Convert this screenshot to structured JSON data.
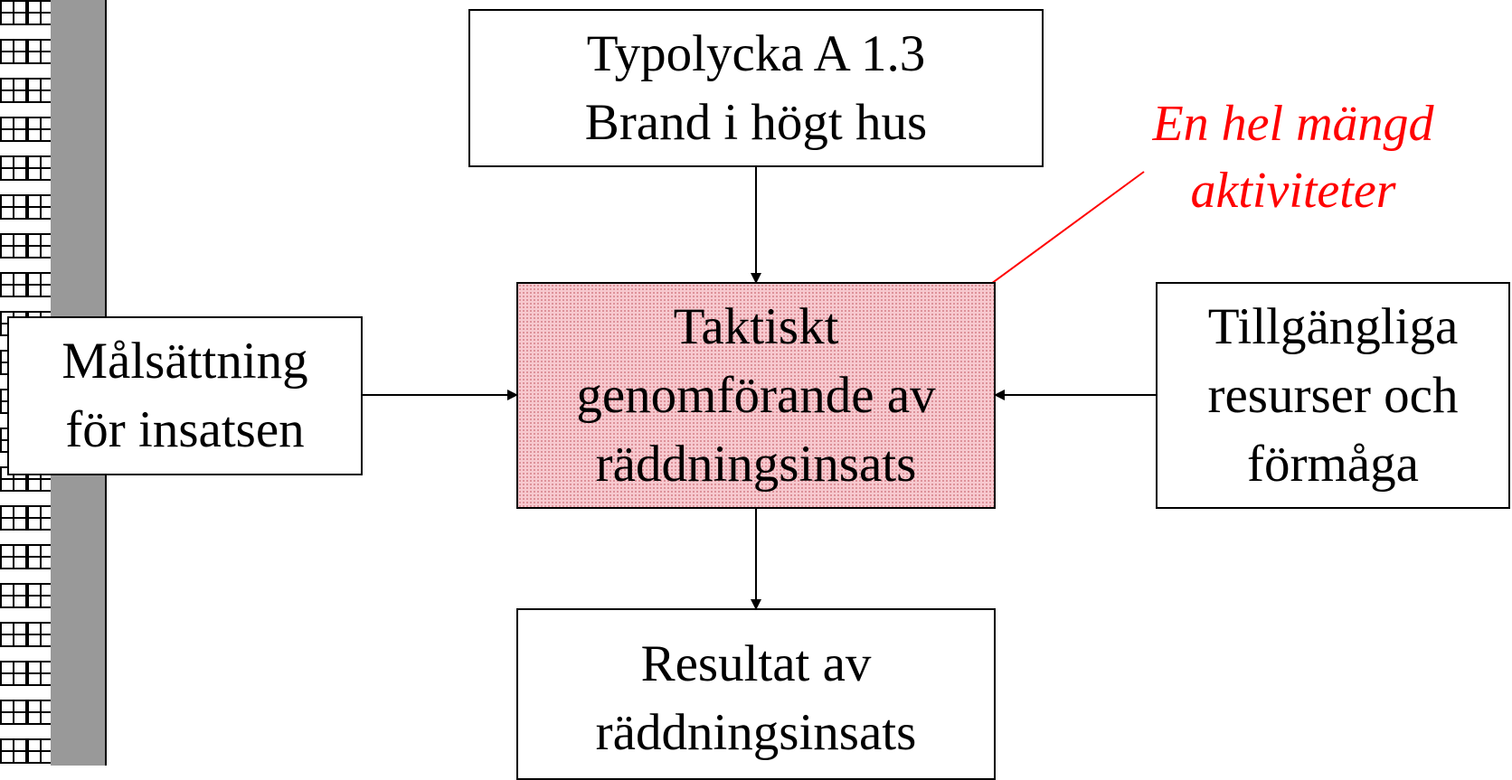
{
  "boxes": {
    "top": {
      "line1": "Typolycka A 1.3",
      "line2": "Brand i högt hus"
    },
    "left": {
      "line1": "Målsättning",
      "line2": "för insatsen"
    },
    "center": {
      "line1": "Taktiskt",
      "line2": "genomförande av",
      "line3": "räddningsinsats"
    },
    "right": {
      "line1": "Tillgängliga",
      "line2": "resurser och",
      "line3": "förmåga"
    },
    "bottom": {
      "line1": "Resultat av",
      "line2": "räddningsinsats"
    }
  },
  "annotation": {
    "line1": "En hel mängd",
    "line2": "aktiviteter",
    "color": "#ff0000"
  },
  "colors": {
    "center_fill": "#f7c9cf",
    "wall": "#999999"
  }
}
